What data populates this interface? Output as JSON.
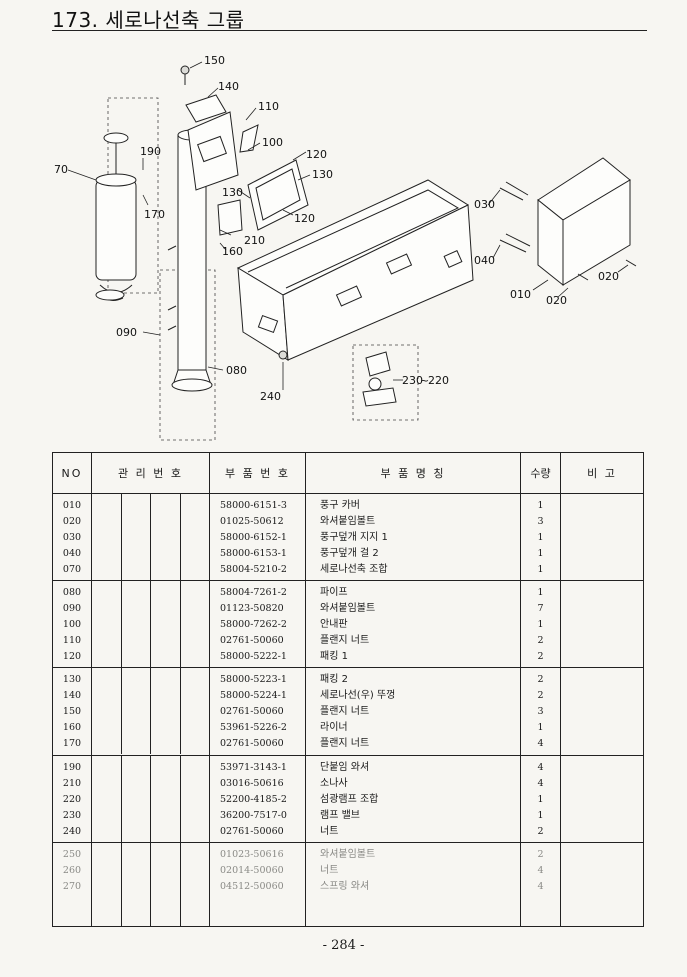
{
  "title": "173. 세로나선축 그룹",
  "diagram_labels": {
    "l150": "150",
    "l140": "140",
    "l110": "110",
    "l100": "100",
    "l190": "190",
    "l70": "70",
    "l170": "170",
    "l120a": "120",
    "l130a": "130",
    "l130b": "130",
    "l120b": "120",
    "l210": "210",
    "l160": "160",
    "l030": "030",
    "l040": "040",
    "l010": "010",
    "l020a": "020",
    "l020b": "020",
    "l090": "090",
    "l080": "080",
    "l240": "240",
    "l230": "230",
    "l220": "220",
    "sep": "~"
  },
  "table": {
    "headers": {
      "no": "NO",
      "mgmt": "관 리 번 호",
      "part_no": "부 품 번 호",
      "part_name": "부 품 명 칭",
      "qty": "수량",
      "note": "비 고"
    },
    "groups": [
      {
        "faded": false,
        "rows": [
          {
            "no": "010",
            "part_no": "58000-6151-3",
            "name": "풍구 카버",
            "qty": "1"
          },
          {
            "no": "020",
            "part_no": "01025-50612",
            "name": "와셔붙임볼트",
            "qty": "3"
          },
          {
            "no": "030",
            "part_no": "58000-6152-1",
            "name": "풍구덮개 지지 1",
            "qty": "1"
          },
          {
            "no": "040",
            "part_no": "58000-6153-1",
            "name": "풍구덮개 걸 2",
            "qty": "1"
          },
          {
            "no": "070",
            "part_no": "58004-5210-2",
            "name": "세로나선축 조합",
            "qty": "1"
          }
        ]
      },
      {
        "faded": false,
        "rows": [
          {
            "no": "080",
            "part_no": "58004-7261-2",
            "name": "파이프",
            "qty": "1"
          },
          {
            "no": "090",
            "part_no": "01123-50820",
            "name": "와셔붙임볼트",
            "qty": "7"
          },
          {
            "no": "100",
            "part_no": "58000-7262-2",
            "name": "안내판",
            "qty": "1"
          },
          {
            "no": "110",
            "part_no": "02761-50060",
            "name": "플랜지 너트",
            "qty": "2"
          },
          {
            "no": "120",
            "part_no": "58000-5222-1",
            "name": "패킹 1",
            "qty": "2"
          }
        ]
      },
      {
        "faded": false,
        "rows": [
          {
            "no": "130",
            "part_no": "58000-5223-1",
            "name": "패킹 2",
            "qty": "2"
          },
          {
            "no": "140",
            "part_no": "58000-5224-1",
            "name": "세로나선(우) 뚜껑",
            "qty": "2"
          },
          {
            "no": "150",
            "part_no": "02761-50060",
            "name": "플랜지 너트",
            "qty": "3"
          },
          {
            "no": "160",
            "part_no": "53961-5226-2",
            "name": "라이너",
            "qty": "1"
          },
          {
            "no": "170",
            "part_no": "02761-50060",
            "name": "플랜지 너트",
            "qty": "4"
          }
        ]
      },
      {
        "faded": false,
        "rows": [
          {
            "no": "190",
            "part_no": "53971-3143-1",
            "name": "단붙임 와셔",
            "qty": "4"
          },
          {
            "no": "210",
            "part_no": "03016-50616",
            "name": "소나사",
            "qty": "4"
          },
          {
            "no": "220",
            "part_no": "52200-4185-2",
            "name": "섬광램프 조합",
            "qty": "1"
          },
          {
            "no": "230",
            "part_no": "36200-7517-0",
            "name": "램프 밸브",
            "qty": "1"
          },
          {
            "no": "240",
            "part_no": "02761-50060",
            "name": "너트",
            "qty": "2"
          }
        ]
      },
      {
        "faded": true,
        "rows": [
          {
            "no": "250",
            "part_no": "01023-50616",
            "name": "와셔붙임볼트",
            "qty": "2"
          },
          {
            "no": "260",
            "part_no": "02014-50060",
            "name": "너트",
            "qty": "4"
          },
          {
            "no": "270",
            "part_no": "04512-50060",
            "name": "스프링 와셔",
            "qty": "4"
          }
        ]
      }
    ]
  },
  "page_number": "- 284 -"
}
